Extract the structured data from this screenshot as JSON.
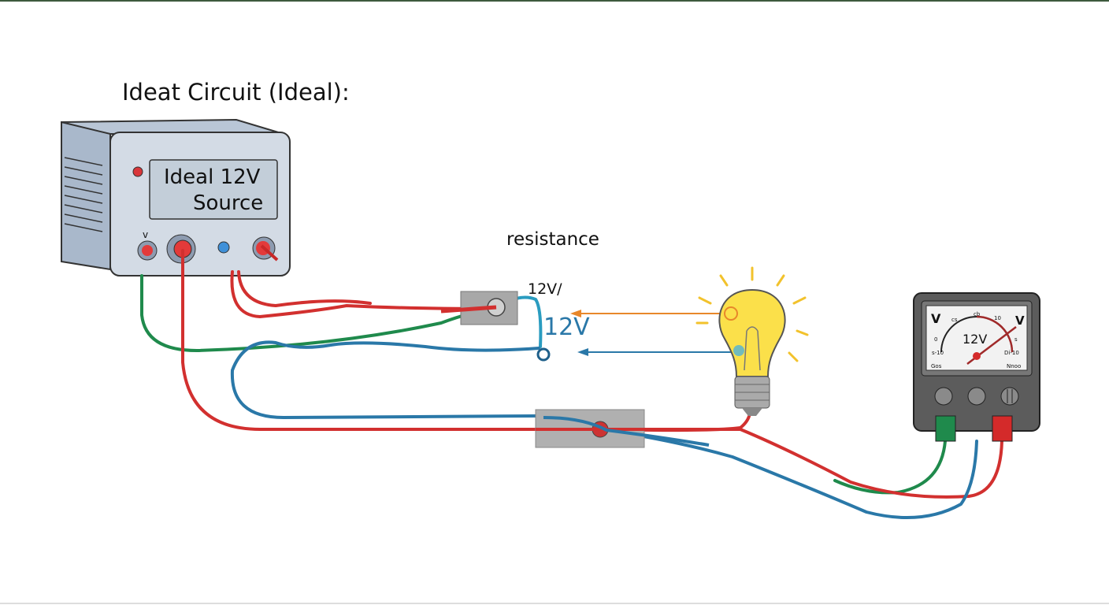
{
  "title": "Ideat Circuit (Ideal):",
  "source": {
    "line1": "Ideal 12V",
    "line2": "Source",
    "knob_label": "v"
  },
  "labels": {
    "resistance": "resistance",
    "voltage_small": "12V/",
    "voltage_big": "12V"
  },
  "meter": {
    "reading": "12V",
    "left_unit": "V",
    "right_unit": "V",
    "scale_top": "cb",
    "scale_left_top": "cs",
    "scale_right_top": "10",
    "scale_left_mid": "0",
    "scale_right_mid": "s",
    "scale_left_bottom": "s-10",
    "scale_right_bottom": "Di-10",
    "footer_left": "Gos",
    "footer_right": "Nnoo"
  },
  "colors": {
    "red_wire": "#d2302f",
    "green_wire": "#1f8a4c",
    "blue_wire": "#2a78a8",
    "arrow_orange": "#e8872a",
    "bulb": "#fbe04a",
    "box": "#c9d3df"
  }
}
